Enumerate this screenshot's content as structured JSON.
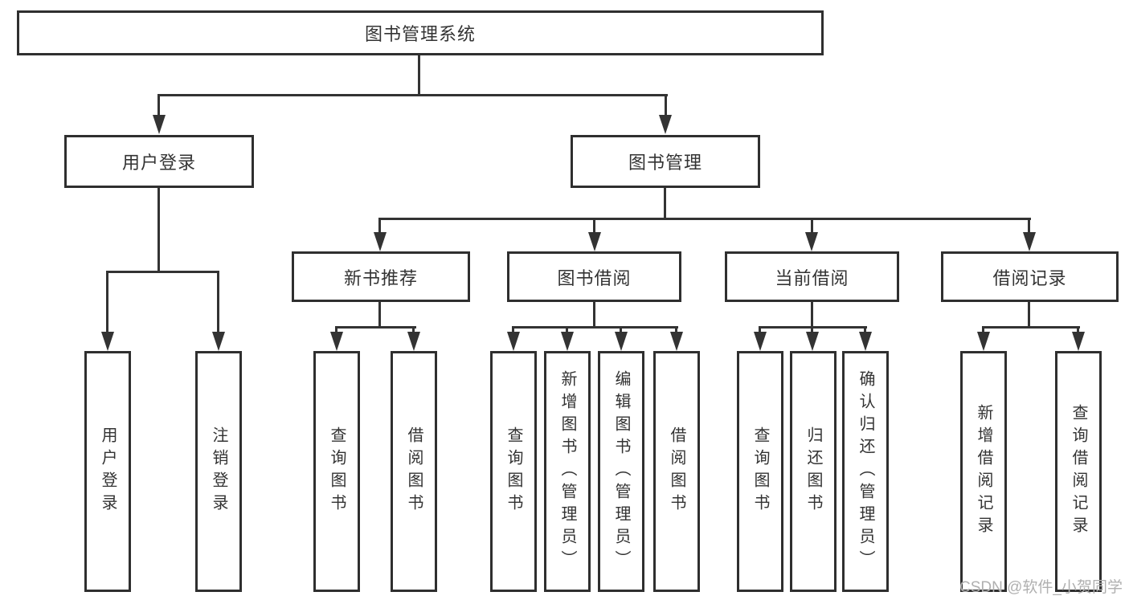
{
  "diagram": {
    "title": "图书管理系统",
    "tree": {
      "root": {
        "label": "图书管理系统",
        "children": [
          {
            "label": "用户登录",
            "children": [
              {
                "label": "用户登录"
              },
              {
                "label": "注销登录"
              }
            ]
          },
          {
            "label": "图书管理",
            "children": [
              {
                "label": "新书推荐",
                "children": [
                  {
                    "label": "查询图书"
                  },
                  {
                    "label": "借阅图书"
                  }
                ]
              },
              {
                "label": "图书借阅",
                "children": [
                  {
                    "label": "查询图书"
                  },
                  {
                    "label": "新增图书（管理员）"
                  },
                  {
                    "label": "编辑图书（管理员）"
                  },
                  {
                    "label": "借阅图书"
                  }
                ]
              },
              {
                "label": "当前借阅",
                "children": [
                  {
                    "label": "查询图书"
                  },
                  {
                    "label": "归还图书"
                  },
                  {
                    "label": "确认归还（管理员）"
                  }
                ]
              },
              {
                "label": "借阅记录",
                "children": [
                  {
                    "label": "新增借阅记录"
                  },
                  {
                    "label": "查询借阅记录"
                  }
                ]
              }
            ]
          }
        ]
      }
    },
    "colors": {
      "line": "#333333",
      "box_border": "#2f2f2f",
      "text": "#333333",
      "background": "#ffffff",
      "watermark": "#b0b0b0"
    }
  },
  "watermark": {
    "text": "CSDN @软件_小贺同学"
  }
}
